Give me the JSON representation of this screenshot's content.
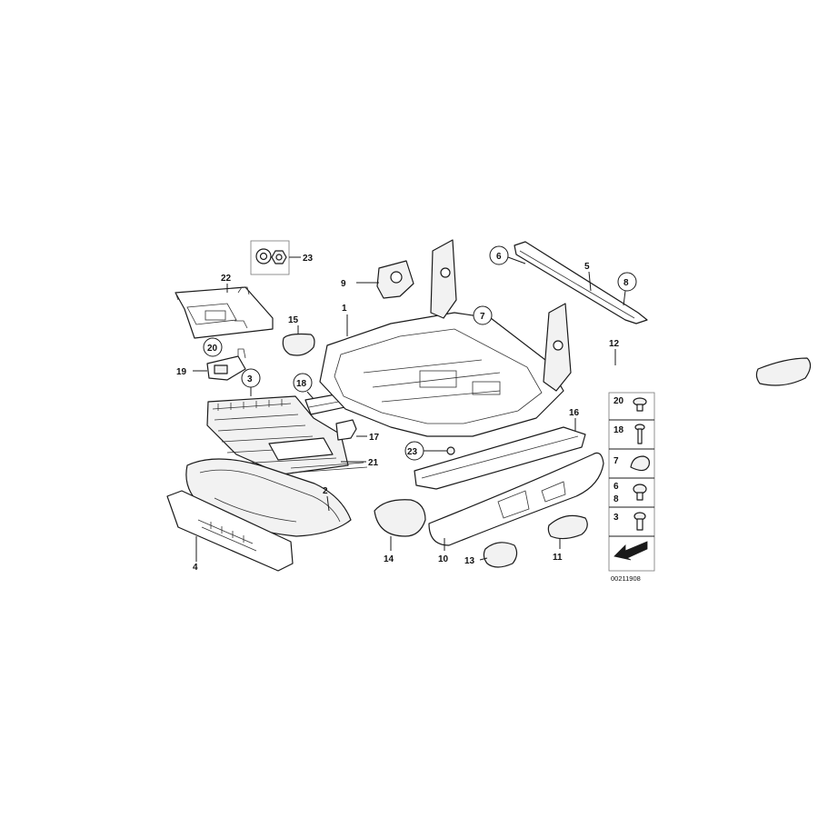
{
  "callouts": {
    "c1": "1",
    "c2": "2",
    "c3": "3",
    "c4": "4",
    "c5": "5",
    "c6": "6",
    "c7": "7",
    "c8": "8",
    "c9": "9",
    "c10": "10",
    "c11": "11",
    "c12": "12",
    "c13": "13",
    "c14": "14",
    "c15": "15",
    "c16": "16",
    "c17": "17",
    "c18": "18",
    "c19": "19",
    "c20": "20",
    "c21": "21",
    "c22": "22",
    "c23": "23"
  },
  "legend": {
    "row1": "20",
    "row2": "18",
    "row3": "7",
    "row4a": "6",
    "row4b": "8",
    "row5": "3"
  },
  "diagram_code": "00211908",
  "colors": {
    "line": "#1a1a1a",
    "background": "#ffffff",
    "legend_border": "#777777"
  }
}
